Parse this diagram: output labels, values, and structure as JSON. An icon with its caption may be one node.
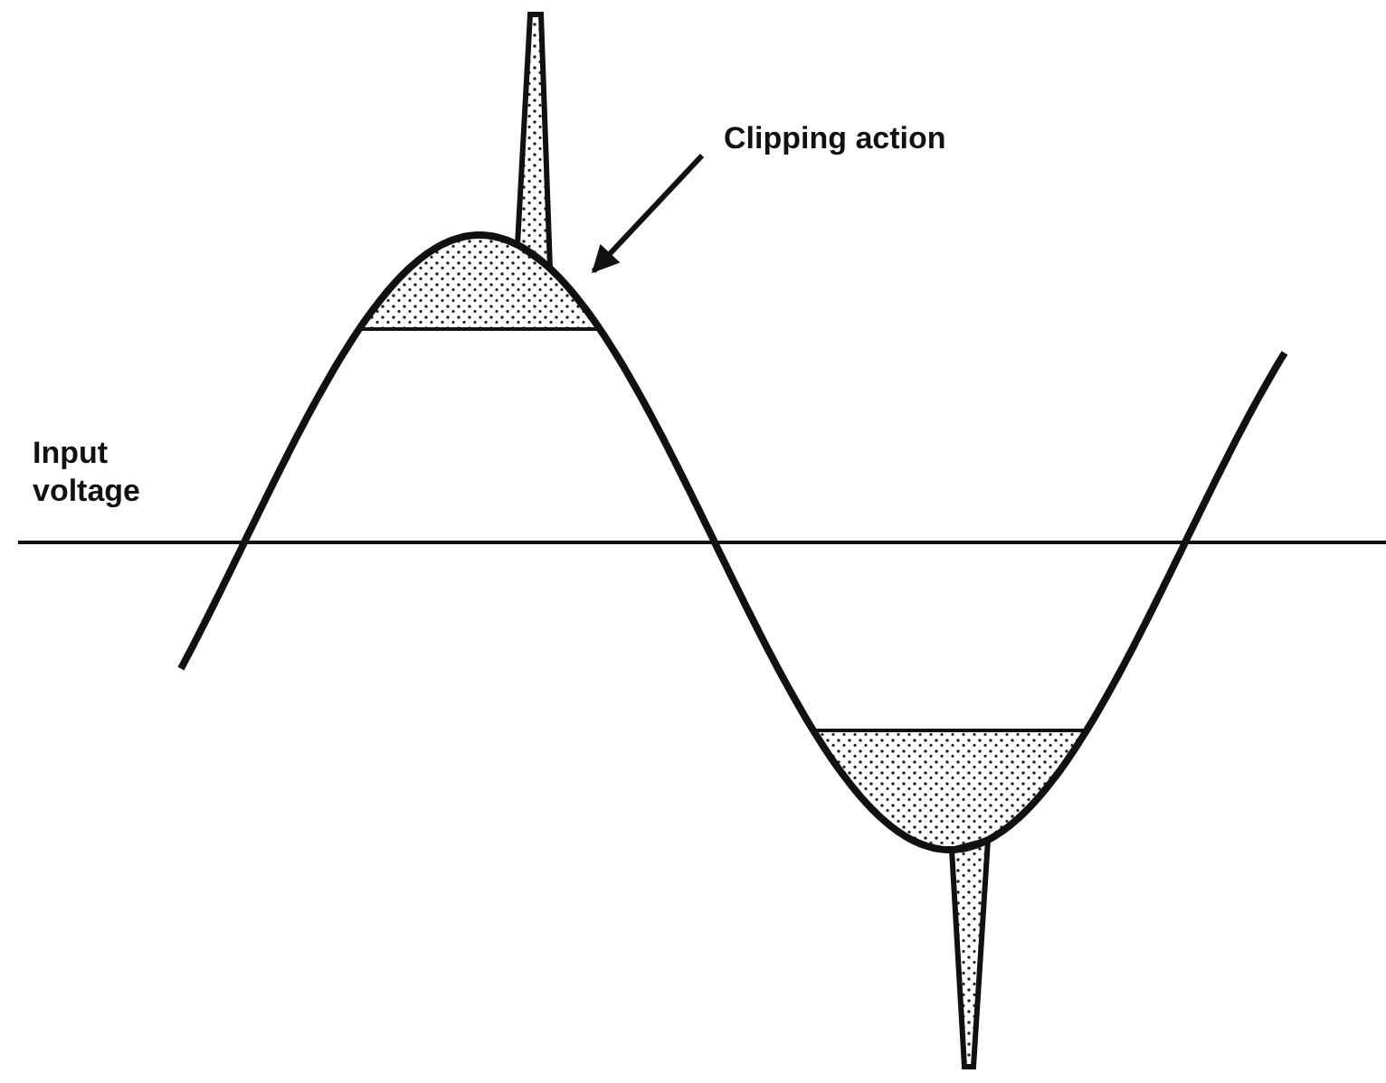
{
  "diagram": {
    "nodes": [
      {
        "text": [
          "Clipping action"
        ]
      },
      {
        "text": [],
        "shape": "picture"
      }
    ],
    "edges": [
      {
        "from": 0,
        "to": 1,
        "arrow": "to"
      }
    ],
    "labels": [
      "Input voltage"
    ]
  }
}
